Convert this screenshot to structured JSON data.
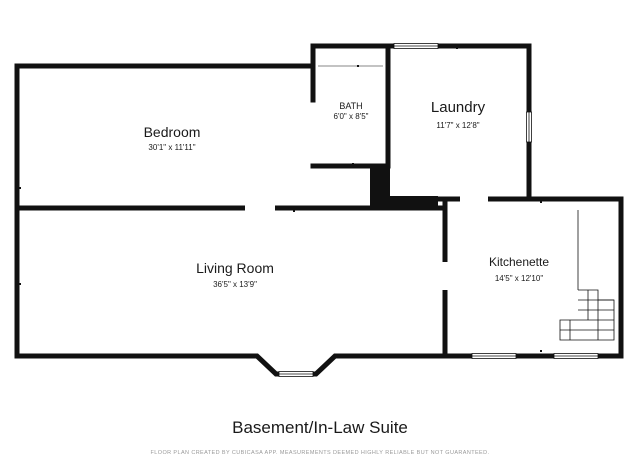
{
  "plan_title": "Basement/In-Law Suite",
  "disclaimer": "FLOOR PLAN CREATED BY CUBICASA APP. MEASUREMENTS DEEMED HIGHLY RELIABLE BUT NOT GUARANTEED.",
  "colors": {
    "wall": "#111111",
    "floor": "#ffffff",
    "disclaimer": "#9a9a9a"
  },
  "rooms": {
    "bedroom": {
      "name": "Bedroom",
      "dims": "30'1\" x 11'11\""
    },
    "bath": {
      "name": "BATH",
      "dims": "6'0\" x 8'5\""
    },
    "laundry": {
      "name": "Laundry",
      "dims": "11'7\" x 12'8\""
    },
    "living_room": {
      "name": "Living Room",
      "dims": "36'5\" x 13'9\""
    },
    "kitchenette": {
      "name": "Kitchenette",
      "dims": "14'5\" x 12'10\""
    }
  }
}
